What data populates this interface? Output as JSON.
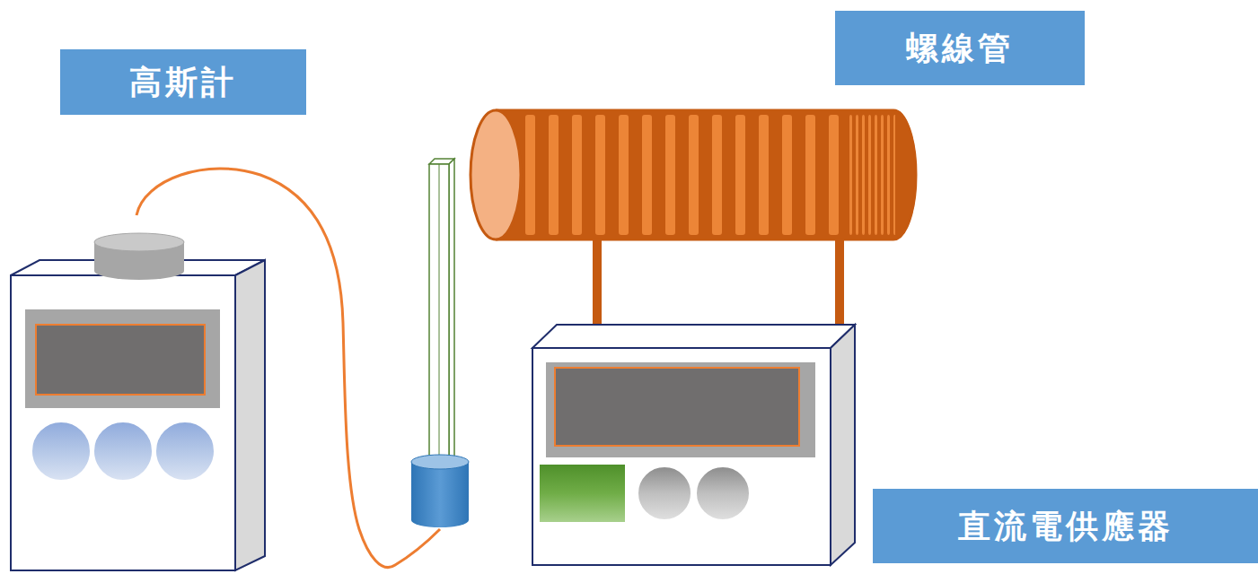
{
  "diagram": {
    "nodes": [
      {
        "text": [
          "高斯計"
        ]
      },
      {
        "text": [
          "螺線管"
        ]
      },
      {
        "text": [
          "直流電供應器"
        ]
      }
    ]
  }
}
